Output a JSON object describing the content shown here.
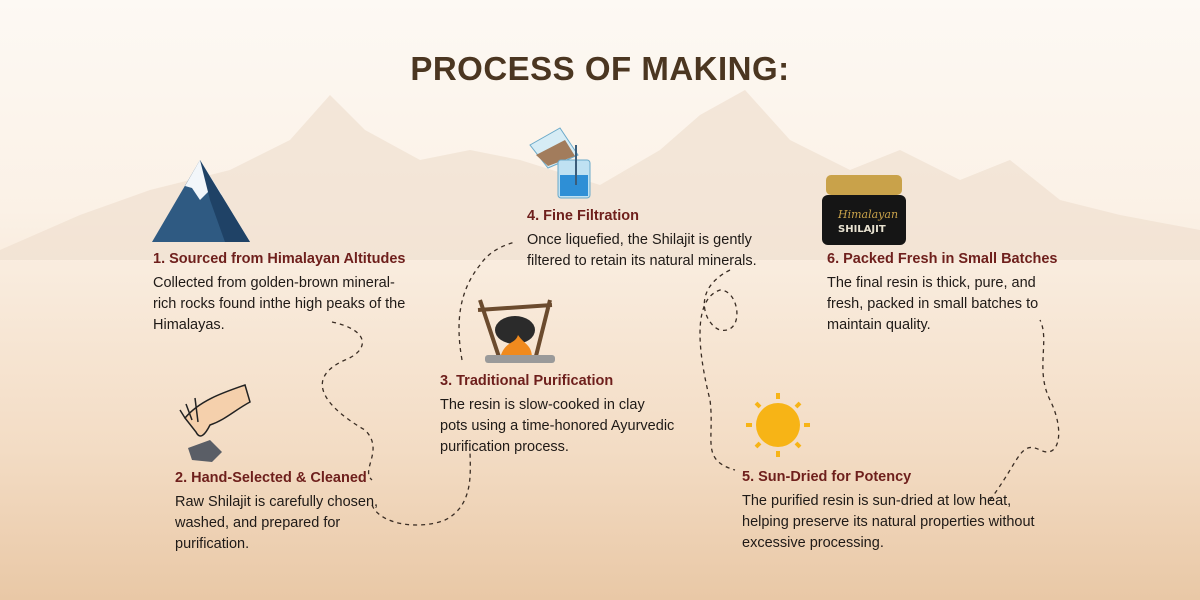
{
  "title": "PROCESS OF MAKING:",
  "steps": [
    {
      "heading": "1. Sourced from Himalayan Altitudes",
      "body": "Collected from golden-brown mineral-rich rocks found inthe high peaks of the Himalayas.",
      "icon": "snowy-mountain-icon"
    },
    {
      "heading": "2. Hand-Selected & Cleaned",
      "body": "Raw Shilajit is carefully chosen, washed, and prepared for purification.",
      "icon": "hand-picking-rock-icon"
    },
    {
      "heading": "3. Traditional Purification",
      "body": "The resin is slow-cooked in clay pots using a time-honored Ayurvedic purification process.",
      "icon": "campfire-pot-icon"
    },
    {
      "heading": "4. Fine Filtration",
      "body": "Once liquefied, the Shilajit is gently filtered to retain its natural minerals.",
      "icon": "beaker-pouring-icon"
    },
    {
      "heading": "5. Sun-Dried for Potency",
      "body": "The purified resin is sun-dried at low heat, helping preserve its natural properties without excessive processing.",
      "icon": "sun-icon"
    },
    {
      "heading": "6. Packed Fresh in Small Batches",
      "body": "The final resin is thick, pure, and fresh, packed in small batches to maintain quality.",
      "icon": "shilajit-jar-icon"
    }
  ],
  "jar_label": {
    "line1": "Himalayan",
    "line2": "SHILAJIT"
  },
  "colors": {
    "title": "#4b3621",
    "heading": "#6e1f1c",
    "body": "#1f1a17"
  }
}
